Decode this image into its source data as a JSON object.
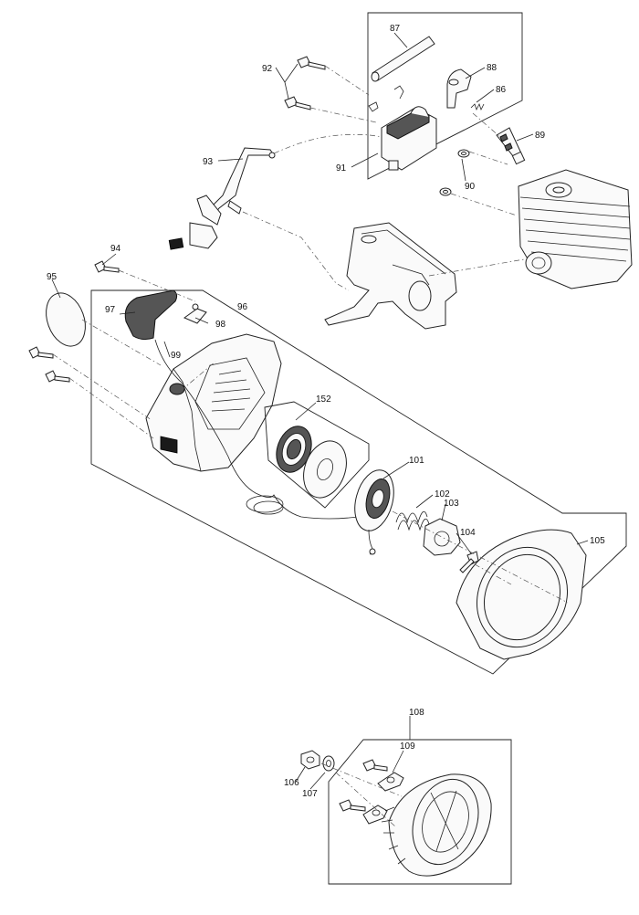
{
  "labels": {
    "p86": "86",
    "p87": "87",
    "p88": "88",
    "p89": "89",
    "p90": "90",
    "p91": "91",
    "p92": "92",
    "p93": "93",
    "p94": "94",
    "p95": "95",
    "p96": "96",
    "p97": "97",
    "p98": "98",
    "p99": "99",
    "p101": "101",
    "p102": "102",
    "p103": "103",
    "p104": "104",
    "p105": "105",
    "p106": "106",
    "p107": "107",
    "p108": "108",
    "p109": "109",
    "p152": "152"
  }
}
